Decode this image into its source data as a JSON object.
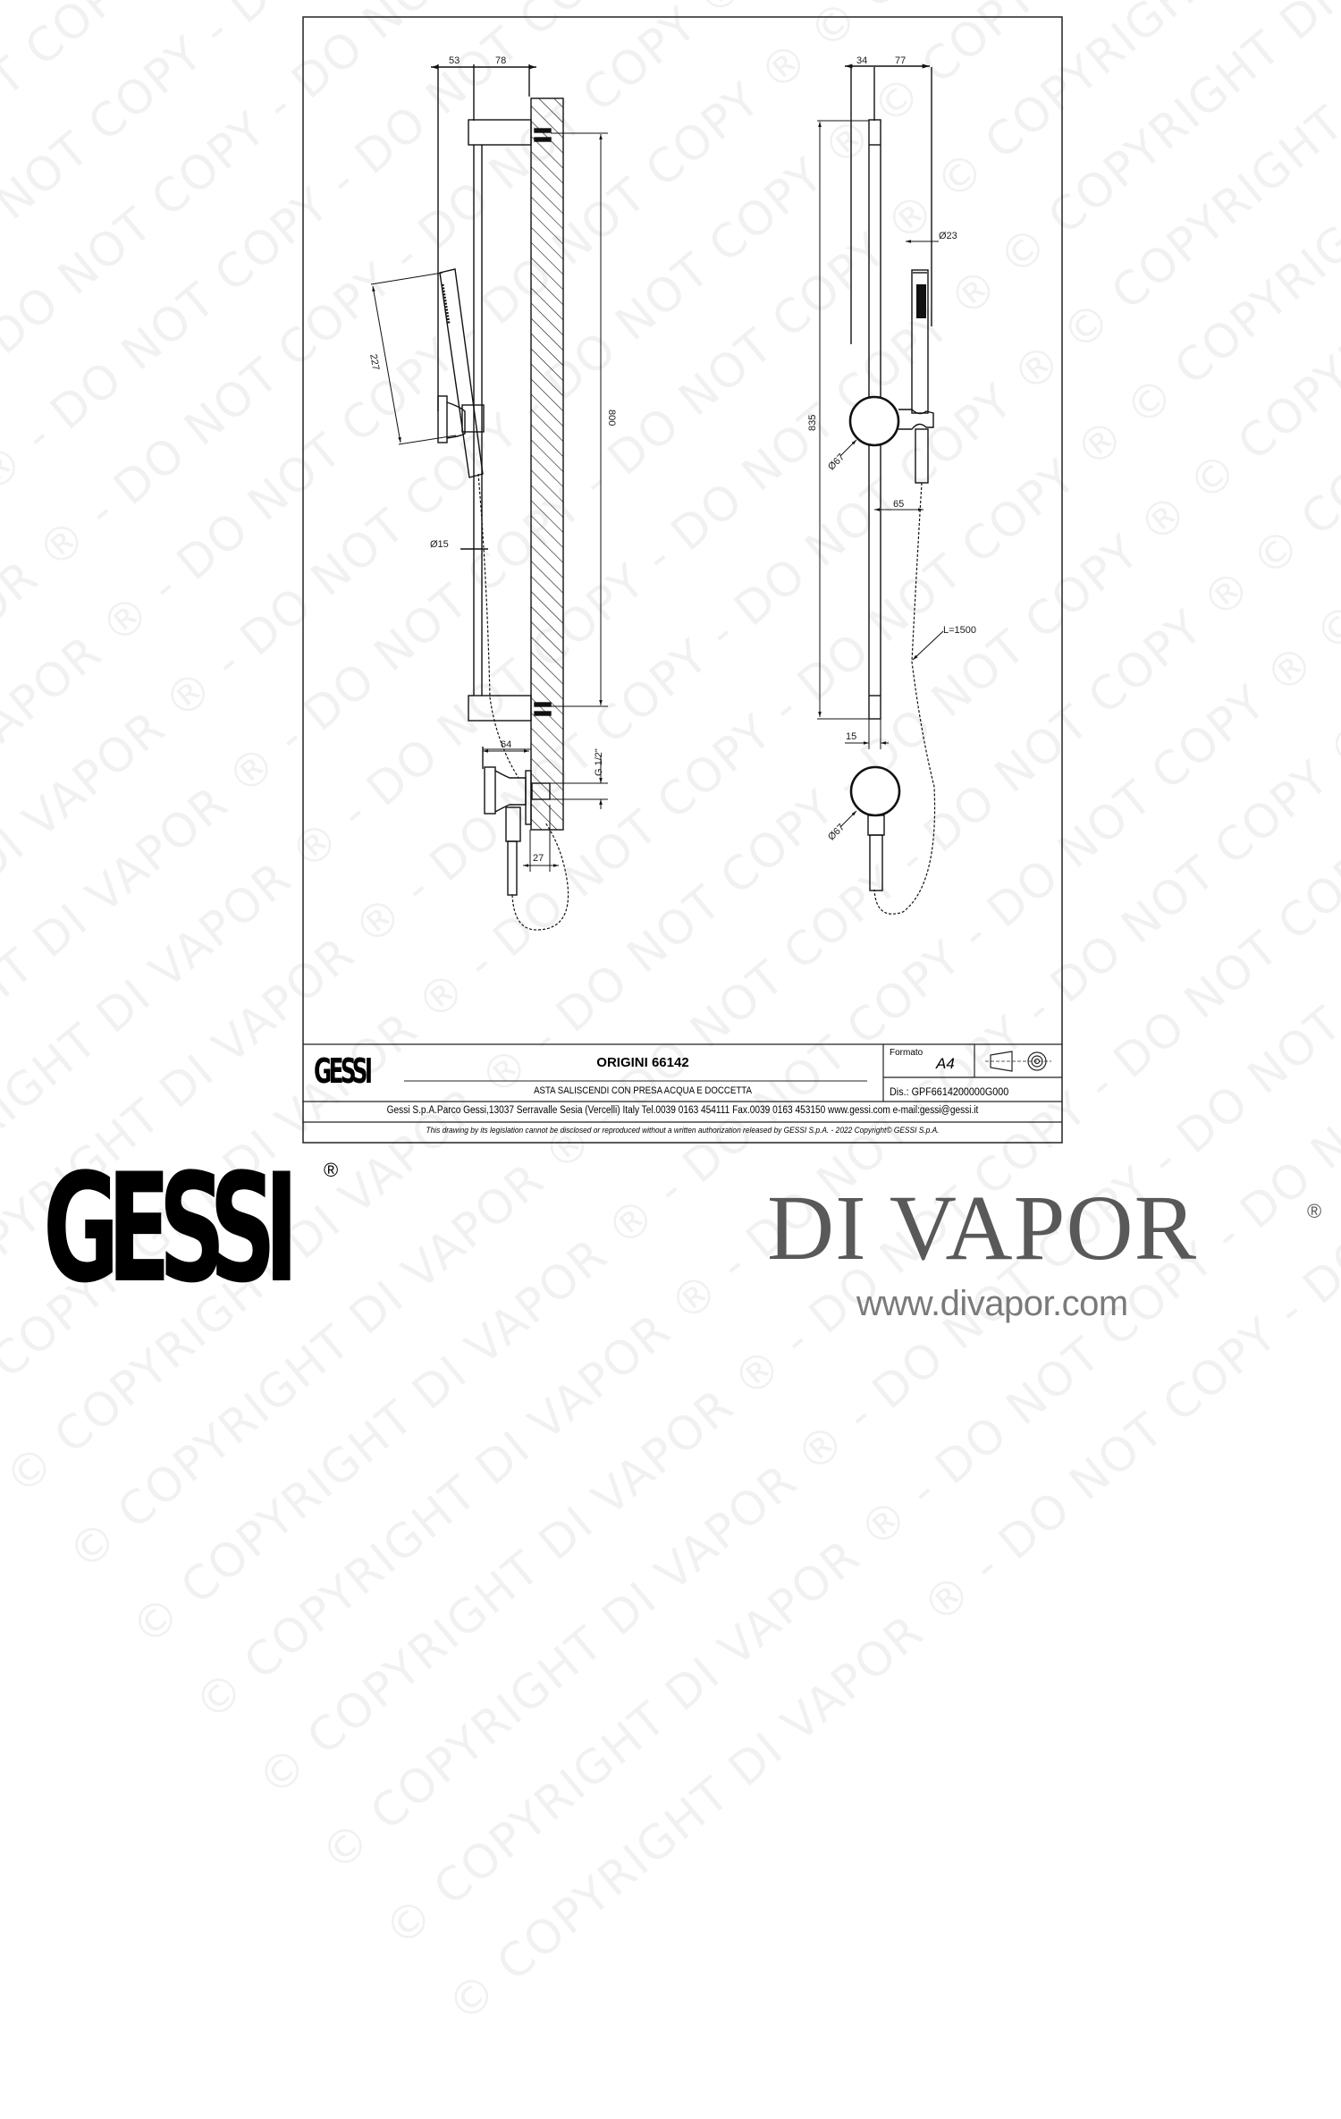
{
  "watermark": {
    "text": "© COPYRIGHT DI VAPOR ® - DO NOT COPY - DO NOT COPY ® © COPYRIGHT DI VAPOR ® - DO NOT COPY"
  },
  "drawing": {
    "side_view": {
      "dimensions": {
        "d53": "53",
        "d78": "78",
        "d227": "227",
        "d800": "800",
        "dia15": "Ø15",
        "d64": "64",
        "g_half": "G 1/2\"",
        "d27": "27"
      }
    },
    "front_view": {
      "dimensions": {
        "d34": "34",
        "d77": "77",
        "dia23": "Ø23",
        "d835": "835",
        "dia67_top": "Ø67",
        "d65": "65",
        "hose_length": "L=1500",
        "d15": "15",
        "dia67_bottom": "Ø67"
      }
    }
  },
  "title_block": {
    "logo": "GESSI",
    "title": "ORIGINI 66142",
    "subtitle": "ASTA SALISCENDI CON PRESA ACQUA E DOCCETTA",
    "format_label": "Formato",
    "format_value": "A4",
    "projection_symbol": "first-angle-projection-icon",
    "drawing_number": "Dis.: GPF6614200000G000",
    "address": "Gessi S.p.A.Parco Gessi,13037 Serravalle Sesia (Vercelli) Italy Tel.0039 0163 454111 Fax.0039 0163 453150 www.gessi.com e-mail:gessi@gessi.it",
    "legal": "This drawing by its legislation cannot be disclosed or reproduced without a written authorization released by GESSI S.p.A. - 2022 Copyright© GESSI S.p.A."
  },
  "branding": {
    "gessi_logo": "GESSI",
    "registered": "®",
    "divapor_logo": "DI VAPOR",
    "divapor_url": "www.divapor.com"
  },
  "colors": {
    "line": "#111111",
    "dimension_text": "#1a1a1a",
    "divapor_grey": "#595959",
    "url_grey": "#7a7a7a"
  }
}
